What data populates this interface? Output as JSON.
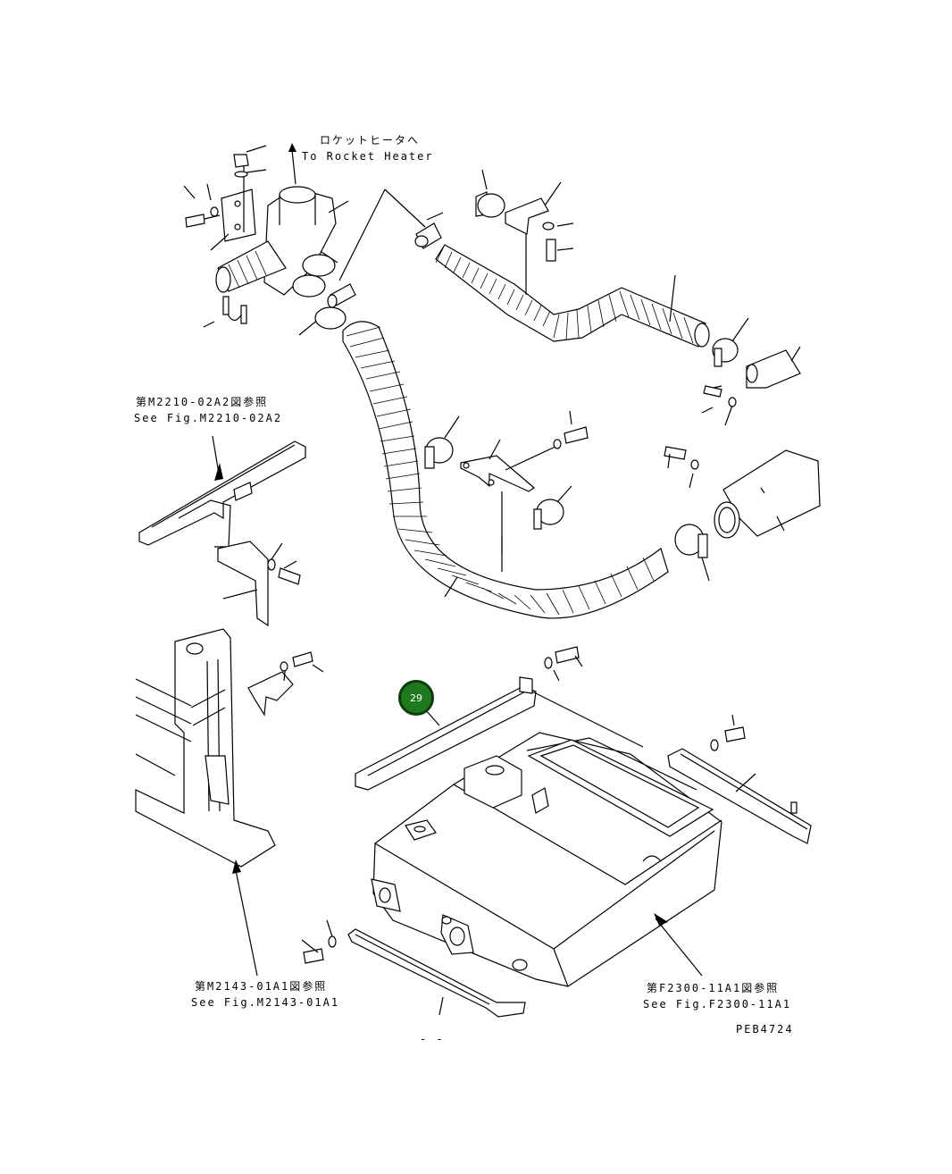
{
  "labels": {
    "rocket_heater_jp": "ロケットヒータへ",
    "rocket_heater_en": "To Rocket Heater",
    "ref_m2210_jp": "第M2210-02A2図参照",
    "ref_m2210_en": "See Fig.M2210-02A2",
    "ref_m2143_jp": "第M2143-01A1図参照",
    "ref_m2143_en": "See Fig.M2143-01A1",
    "ref_f2300_jp": "第F2300-11A1図参照",
    "ref_f2300_en": "See Fig.F2300-11A1",
    "drawing_code": "PEB4724",
    "page_mark": "- -"
  },
  "callout": {
    "number": "29",
    "color": "#1f7a1f"
  }
}
